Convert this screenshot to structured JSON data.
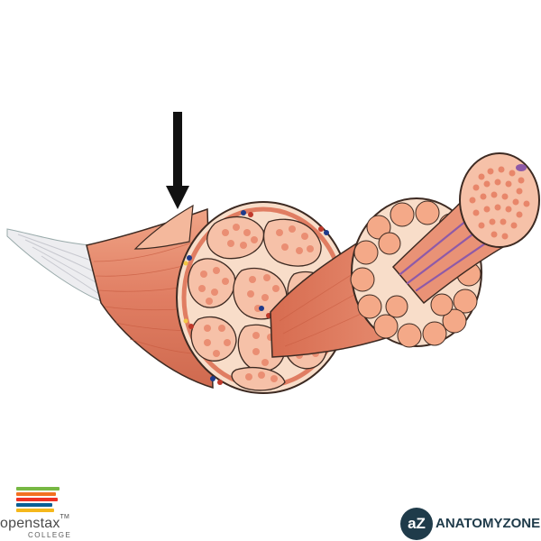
{
  "figure": {
    "subject": "skeletal muscle cross-section",
    "arrow_target": "epimysium",
    "colors": {
      "muscle": "#e07d62",
      "muscle_light": "#f4b89c",
      "fiber_fill": "#f6c1a8",
      "fascicle_bg": "#f8ddc9",
      "outline": "#3d2a22",
      "tendon": "#e6e6ea",
      "arrow": "#111111",
      "vessel_red": "#c0392b",
      "vessel_blue": "#1e3a8a",
      "nerve_yellow": "#f2c744",
      "myofibril_purple": "#8e5aa8"
    }
  },
  "branding": {
    "left": {
      "word": "openstax",
      "tm": "TM",
      "sub": "COLLEGE",
      "stripe_colors": [
        "#77b843",
        "#f37021",
        "#ee3124",
        "#0a5f95",
        "#f5b81b"
      ]
    },
    "right": {
      "logo_text": "aZ",
      "word": "ANATOMYZONE"
    }
  }
}
